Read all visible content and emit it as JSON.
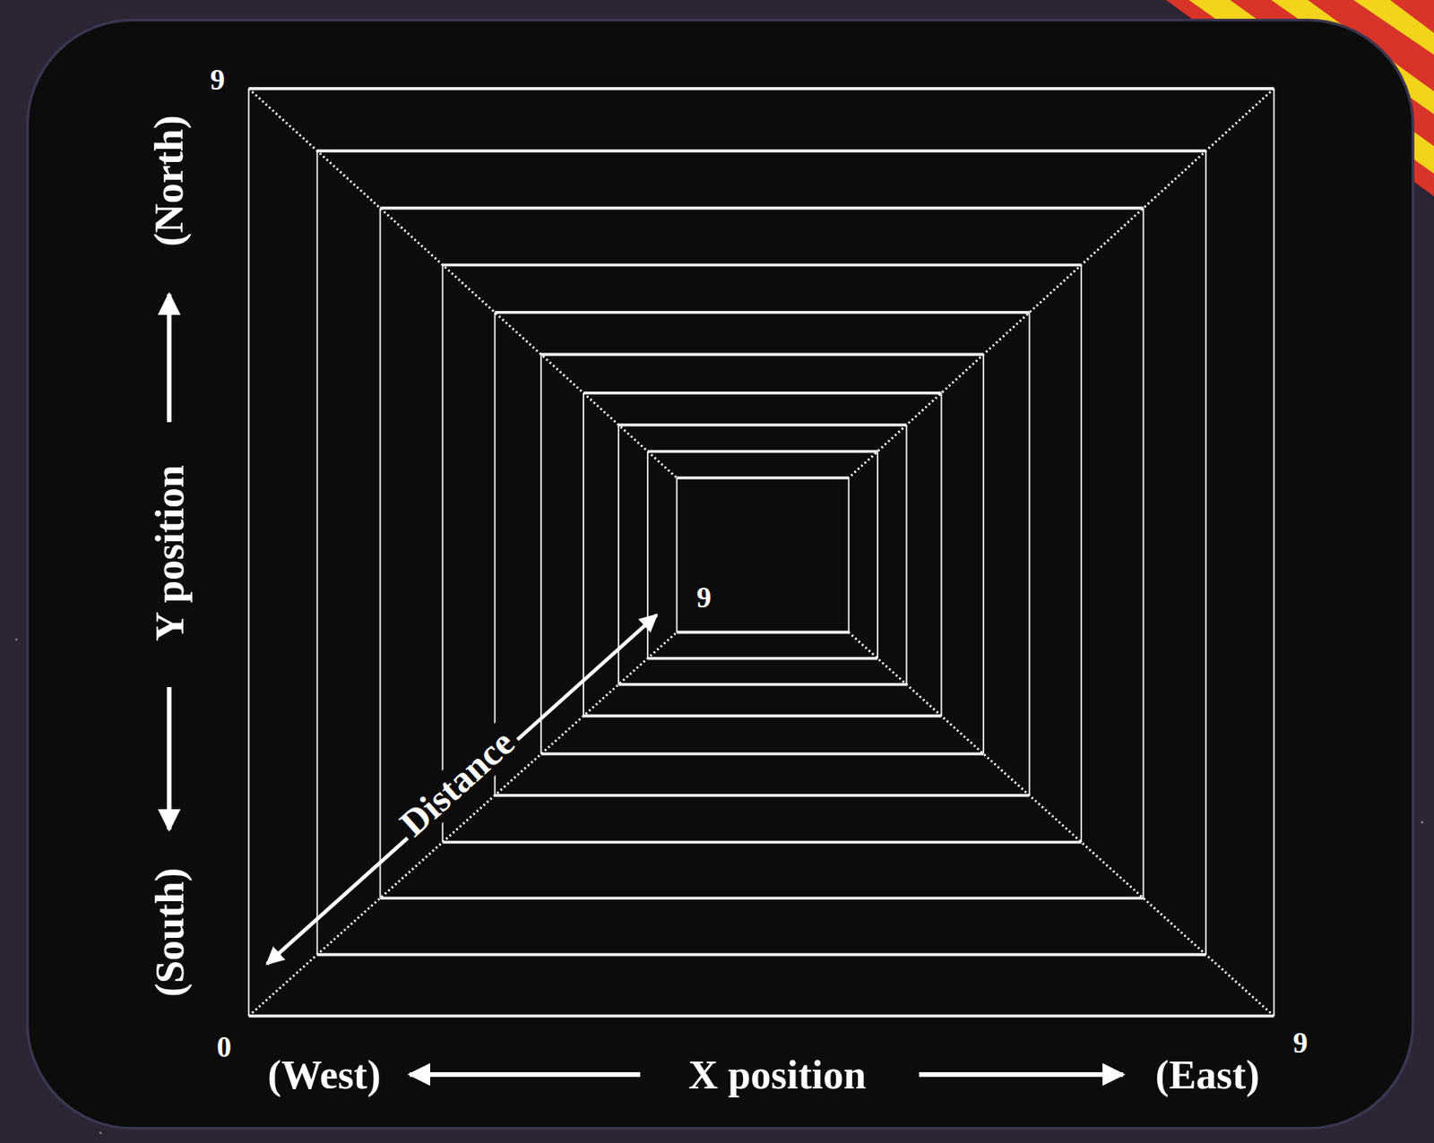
{
  "diagram": {
    "labels": [
      "9",
      "(North)",
      "Y position",
      "(South)",
      "0",
      "(West)",
      "X position",
      "(East)",
      "9",
      "Distance",
      "9"
    ]
  }
}
